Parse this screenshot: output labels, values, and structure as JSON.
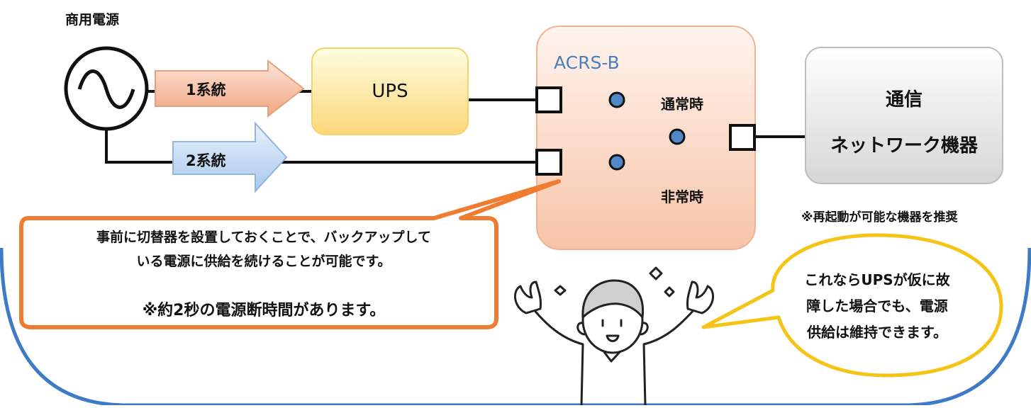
{
  "diagram": {
    "commercial_power": "商用電源",
    "line1": "1系統",
    "line2": "2系統",
    "ups": "UPS",
    "acrs": "ACRS-B",
    "normal": "通常時",
    "emergency": "非常時",
    "device_line1": "通信",
    "device_line2": "ネットワーク機器",
    "device_note": "※再起動が可能な機器を推奨"
  },
  "bubbles": {
    "left_line1": "事前に切替器を設置しておくことで、バックアップして",
    "left_line2": "いる電源に供給を続けることが可能です。",
    "left_note": "※約2秒の電源断時間があります。",
    "right_line1": "これならUPSが仮に故",
    "right_line2": "障した場合でも、電源",
    "right_line3": "供給は維持できます。"
  },
  "colors": {
    "ups_fill": "#fde68a",
    "acrs_fill": "#fbd3c0",
    "device_fill": "#e8e8e8",
    "arrow1": "#f2b49a",
    "arrow2": "#b9d4ef",
    "switch_line": "#e8141c",
    "terminal_dot": "#4f88c6",
    "bubble_left_border": "#ef7d31",
    "bubble_right_border": "#f5c417",
    "frame": "#3f7ac7"
  },
  "icons": {
    "ac_source": "ac-sine-icon",
    "person": "cheering-person-illustration"
  }
}
